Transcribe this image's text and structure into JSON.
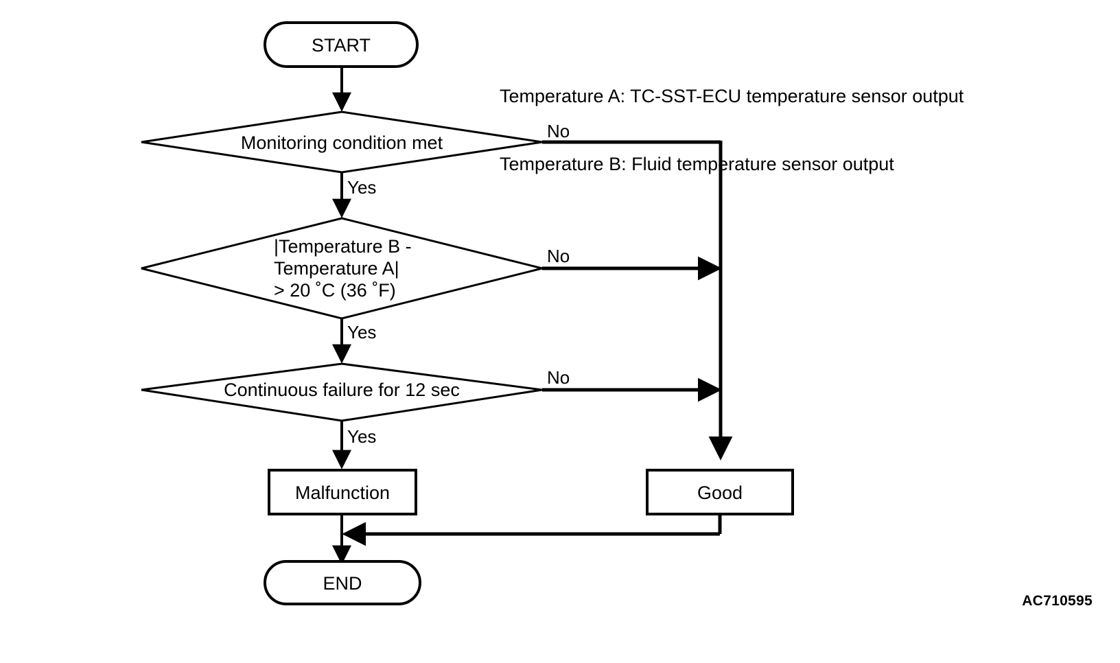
{
  "diagram": {
    "type": "flowchart",
    "title": "",
    "legend": [
      "Temperature A: TC-SST-ECU temperature sensor output",
      "Temperature B: Fluid temperature sensor output"
    ],
    "nodes": {
      "start": {
        "label": "START",
        "shape": "terminator"
      },
      "decision1": {
        "label": "Monitoring condition met",
        "shape": "diamond"
      },
      "decision2": {
        "shape": "diamond",
        "lines": [
          "|Temperature B -",
          "Temperature A|",
          "> 20 ˚C (36 ˚F)"
        ],
        "label": "|Temperature B - Temperature A| > 20 ˚C (36 ˚F)"
      },
      "decision3": {
        "label": "Continuous failure for 12 sec",
        "shape": "diamond"
      },
      "malfunction": {
        "label": "Malfunction",
        "shape": "rect"
      },
      "good": {
        "label": "Good",
        "shape": "rect"
      },
      "end": {
        "label": "END",
        "shape": "terminator"
      }
    },
    "edge_labels": {
      "d1_no": "No",
      "d1_yes": "Yes",
      "d2_no": "No",
      "d2_yes": "Yes",
      "d3_no": "No",
      "d3_yes": "Yes"
    },
    "reference_code": "AC710595",
    "colors": {
      "stroke": "#000000",
      "background": "#ffffff",
      "text": "#000000"
    }
  }
}
